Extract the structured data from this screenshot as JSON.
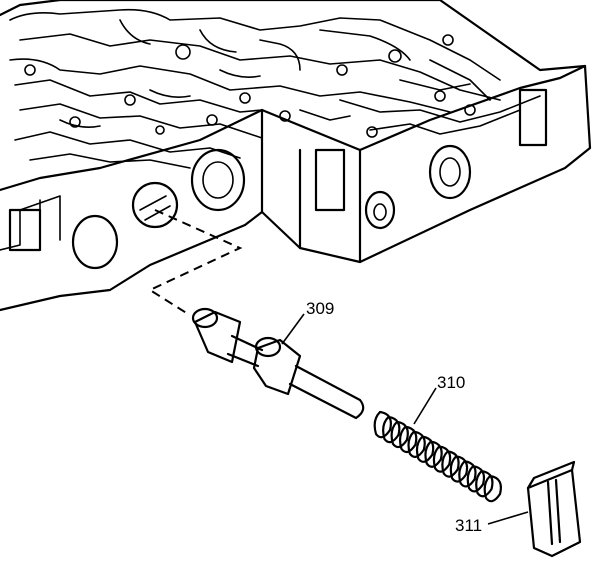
{
  "callouts": {
    "valve": "309",
    "spring": "310",
    "retainer": "311"
  },
  "colors": {
    "ink": "#000000",
    "background": "#ffffff"
  }
}
